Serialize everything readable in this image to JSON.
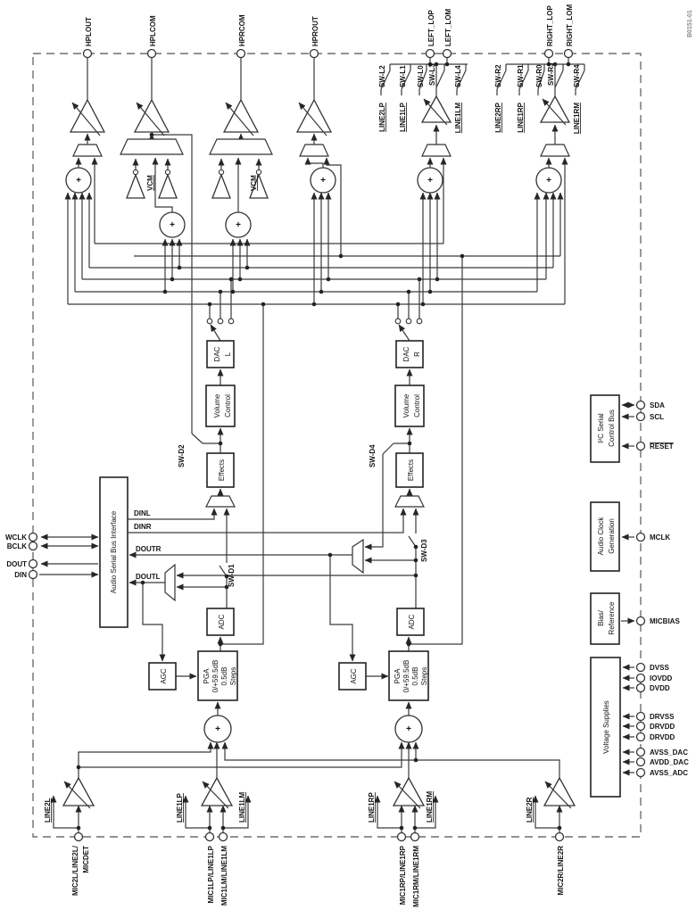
{
  "figure": {
    "code": "B0151-01"
  },
  "pins": {
    "top": [
      "HPLOUT",
      "HPLCOM",
      "HPRCOM",
      "HPROUT",
      "LEFT_LOP",
      "LEFT_LOM",
      "RIGHT_LOP",
      "RIGHT_LOM"
    ],
    "left": [
      "WCLK",
      "BCLK",
      "DOUT",
      "DIN"
    ],
    "right": [
      "SDA",
      "SCL",
      "RESET",
      "MCLK",
      "MICBIAS"
    ],
    "supplies": [
      "DVSS",
      "IOVDD",
      "DVDD",
      "DRVSS",
      "DRVDD",
      "DRVDD",
      "AVSS_DAC",
      "AVDD_DAC",
      "AVSS_ADC"
    ],
    "bottom": [
      "MIC2L/LINE2L/",
      "MICDET",
      "MIC1LP/LINE1LP",
      "MIC1LM/LINE1LM",
      "MIC1RP/LINE1RP",
      "MIC1RM/LINE1RM",
      "MIC2R/LINE2R"
    ]
  },
  "switches": {
    "left": [
      "SW-L2",
      "SW-L1",
      "SW-L0",
      "SW-L3",
      "SW-L4"
    ],
    "right": [
      "SW-R2",
      "SW-R1",
      "SW-R0",
      "SW-R3",
      "SW-R4"
    ],
    "digital": [
      "SW-D1",
      "SW-D2",
      "SW-D3",
      "SW-D4"
    ]
  },
  "line_taps": {
    "top_left": [
      "LINE2LP",
      "LINE1LP",
      "LINE1LM"
    ],
    "top_right": [
      "LINE2RP",
      "LINE1RP",
      "LINE1RM"
    ],
    "bottom": [
      "LINE2L",
      "LINE1LP",
      "LINE1LM",
      "LINE1RP",
      "LINE1RM",
      "LINE2R"
    ]
  },
  "signals": {
    "dinl": "DINL",
    "dinr": "DINR",
    "doutr": "DOUTR",
    "doutl": "DOUTL"
  },
  "blocks": {
    "asi": "Audio Serial Bus Interface",
    "dac": {
      "line1": "DAC",
      "left": "L",
      "right": "R"
    },
    "volume": {
      "line1": "Volume",
      "line2": "Control"
    },
    "effects": "Effects",
    "adc": "ADC",
    "agc": "AGC",
    "pga": {
      "line1": "PGA",
      "line2": "0/+59.5dB",
      "line3": "0.5dB",
      "line4": "Steps"
    },
    "i2c": {
      "line1": "I²C Serial",
      "line2": "Control Bus"
    },
    "clock": {
      "line1": "Audio Clock",
      "line2": "Generation"
    },
    "bias": {
      "line1": "Bias/",
      "line2": "Reference"
    },
    "supplies": "Voltage Supplies",
    "vcm": "VCM",
    "sum": "+"
  }
}
